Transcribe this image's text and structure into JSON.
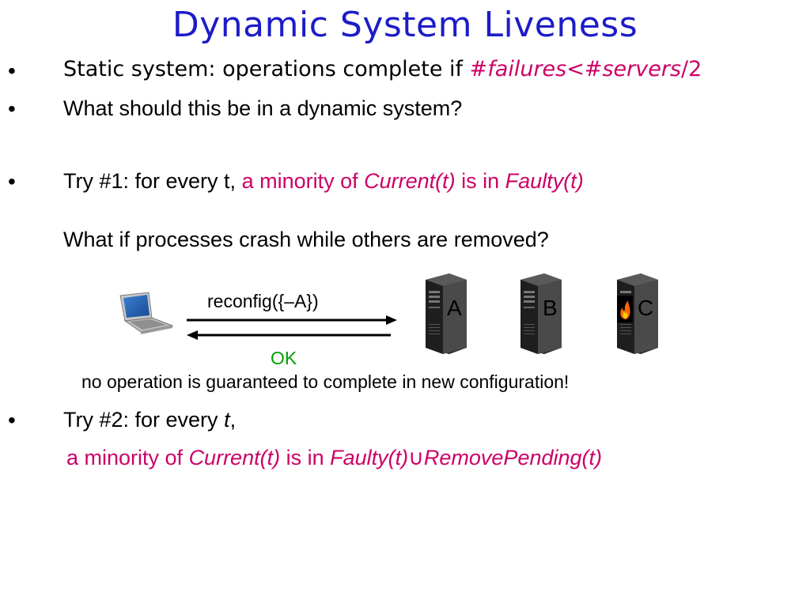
{
  "slide": {
    "title": "Dynamic System Liveness",
    "bullet_char": "•",
    "line1": {
      "prefix": "Static system: operations complete if ",
      "hash1": "#",
      "failures": "failures",
      "mid": "<#",
      "servers": "servers",
      "tail": "/2"
    },
    "line2": "What should this be in a dynamic system?",
    "try1": {
      "prefix": "Try #1:  for every t, ",
      "minority": "a minority of ",
      "current": "Current(t)",
      "is_in": " is in ",
      "faulty": "Faulty(t)"
    },
    "question": "What if processes crash while others are removed?",
    "diagram": {
      "reconfig": "reconfig({–A})",
      "ok": "OK",
      "servers": [
        "A",
        "B",
        "C"
      ],
      "colors": {
        "send_arrow": "#000000",
        "ok_text": "#00a000",
        "fire": "#ff6a00"
      }
    },
    "note": "no operation is guaranteed to complete in new configuration!",
    "try2": {
      "prefix": "Try #2: for every ",
      "t": "t",
      "comma": ",",
      "minority": "a minority of ",
      "current": "Current(t)",
      "is_in": " is in ",
      "faulty": "Faulty(t)",
      "union": "∪",
      "remove": "RemovePending(t)"
    },
    "colors": {
      "title": "#1c1cc8",
      "accent": "#cc0066"
    }
  }
}
